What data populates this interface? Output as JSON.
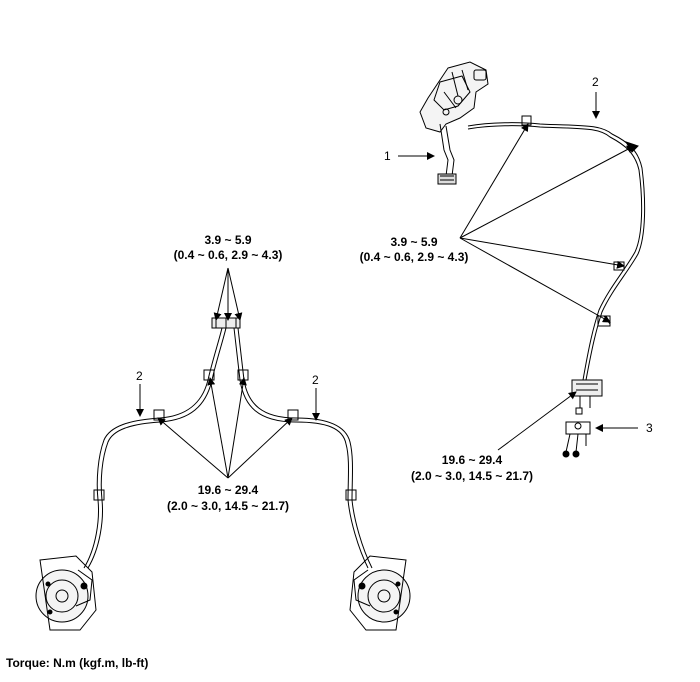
{
  "callouts": {
    "c1": "1",
    "c2_right": "2",
    "c3": "3",
    "c2_left_a": "2",
    "c2_left_b": "2"
  },
  "torques": {
    "upper_right_line1": "3.9 ~ 5.9",
    "upper_right_line2": "(0.4 ~ 0.6, 2.9 ~ 4.3)",
    "upper_left_line1": "3.9 ~ 5.9",
    "upper_left_line2": "(0.4 ~ 0.6, 2.9 ~ 4.3)",
    "lower_right_line1": "19.6 ~ 29.4",
    "lower_right_line2": "(2.0 ~ 3.0, 14.5 ~ 21.7)",
    "lower_left_line1": "19.6 ~ 29.4",
    "lower_left_line2": "(2.0 ~ 3.0, 14.5 ~ 21.7)"
  },
  "footer": "Torque: N.m (kgf.m, lb-ft)"
}
